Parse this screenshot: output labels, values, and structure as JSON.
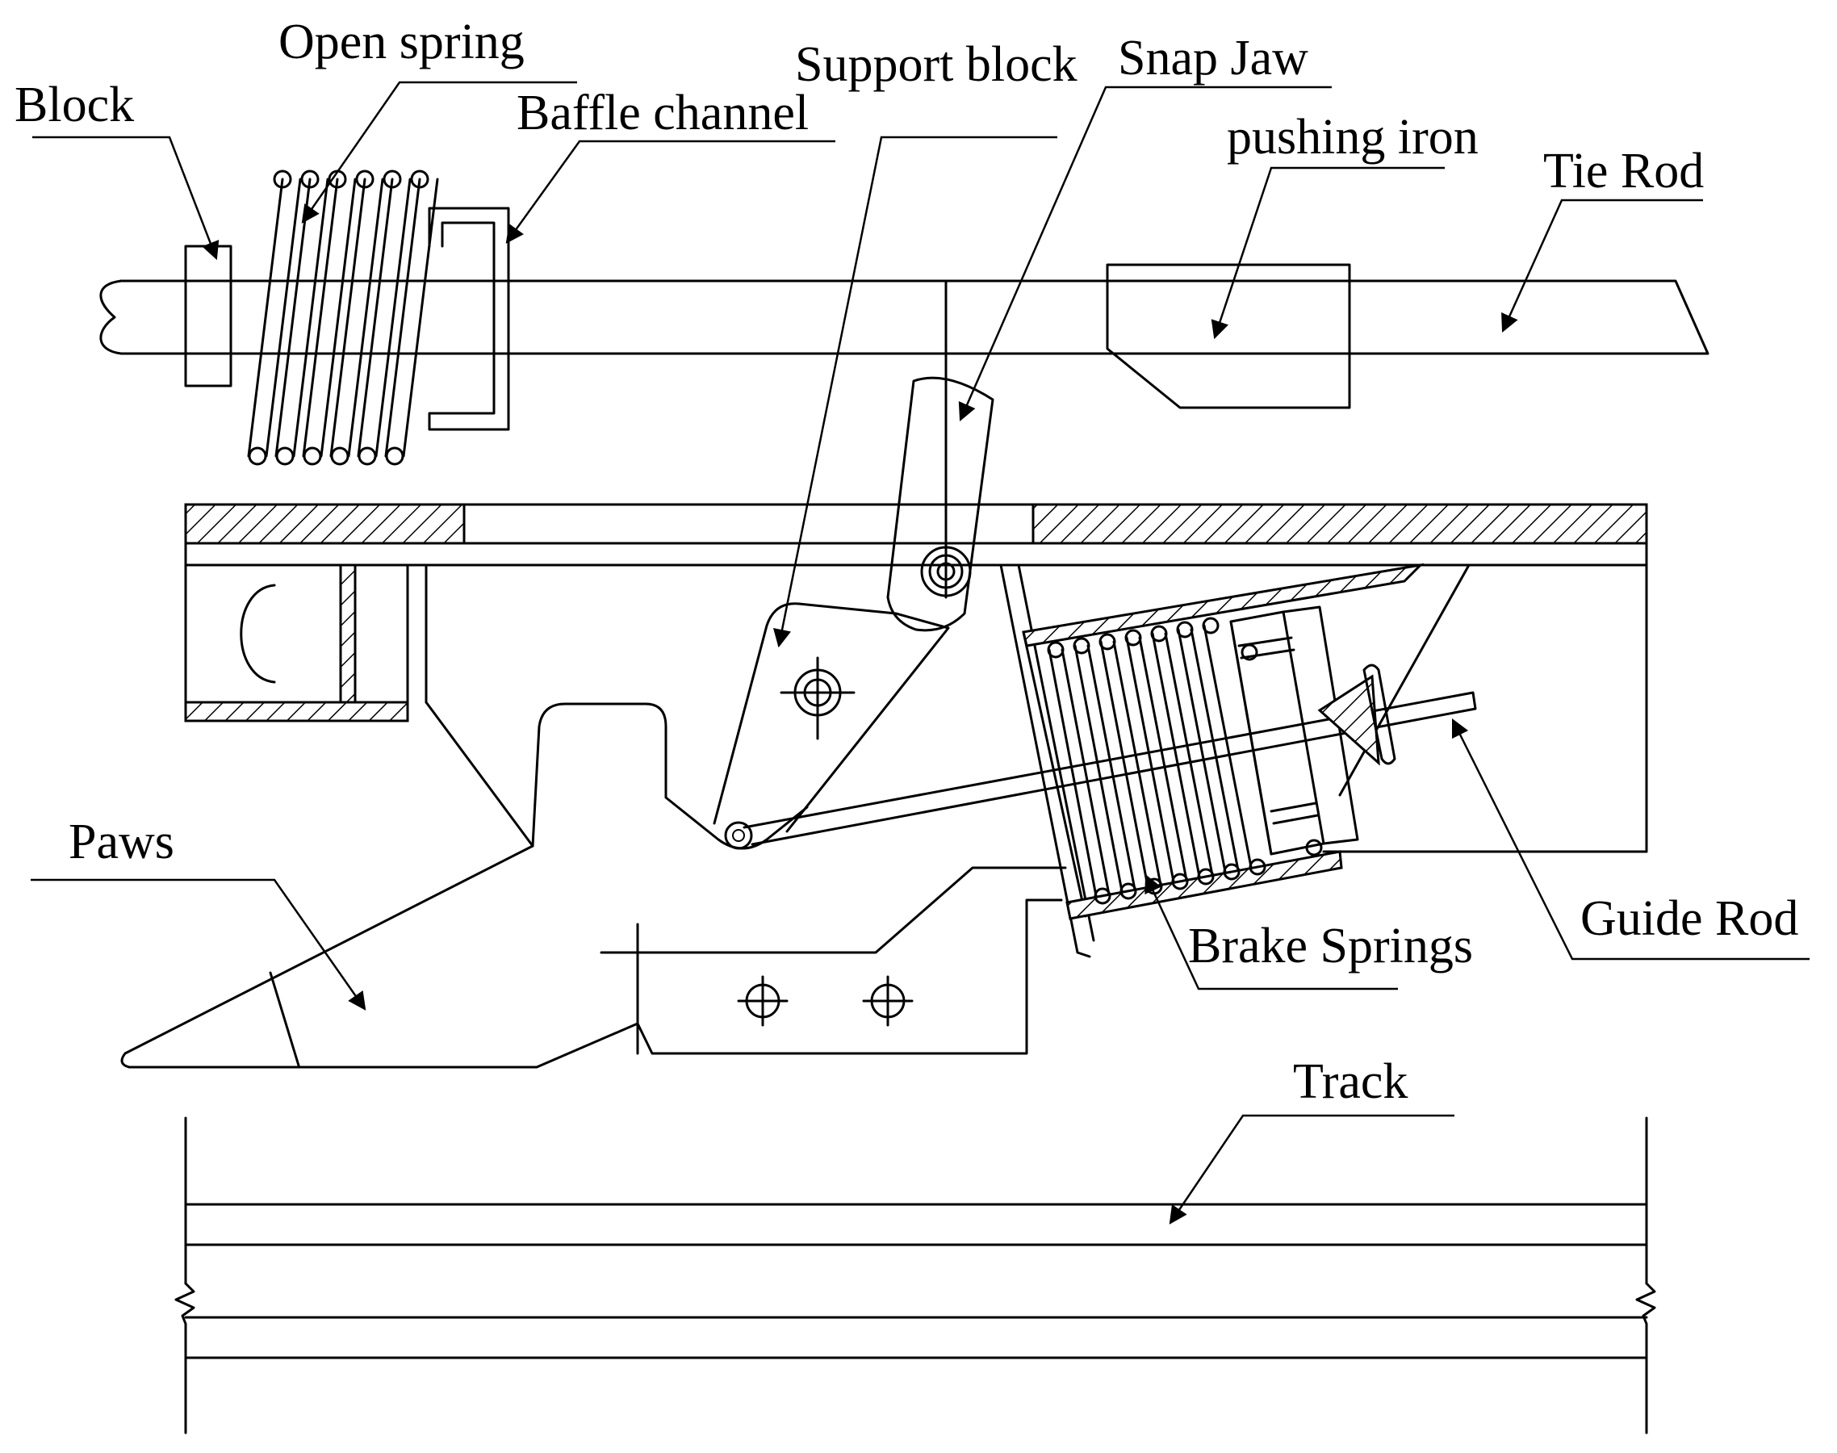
{
  "labels": {
    "block": "Block",
    "open_spring": "Open spring",
    "baffle_channel": "Baffle channel",
    "support_block": "Support block",
    "snap_jaw": "Snap Jaw",
    "pushing_iron": "pushing iron",
    "tie_rod": "Tie Rod",
    "paws": "Paws",
    "guide_rod": "Guide Rod",
    "brake_springs": "Brake Springs",
    "track": "Track"
  }
}
